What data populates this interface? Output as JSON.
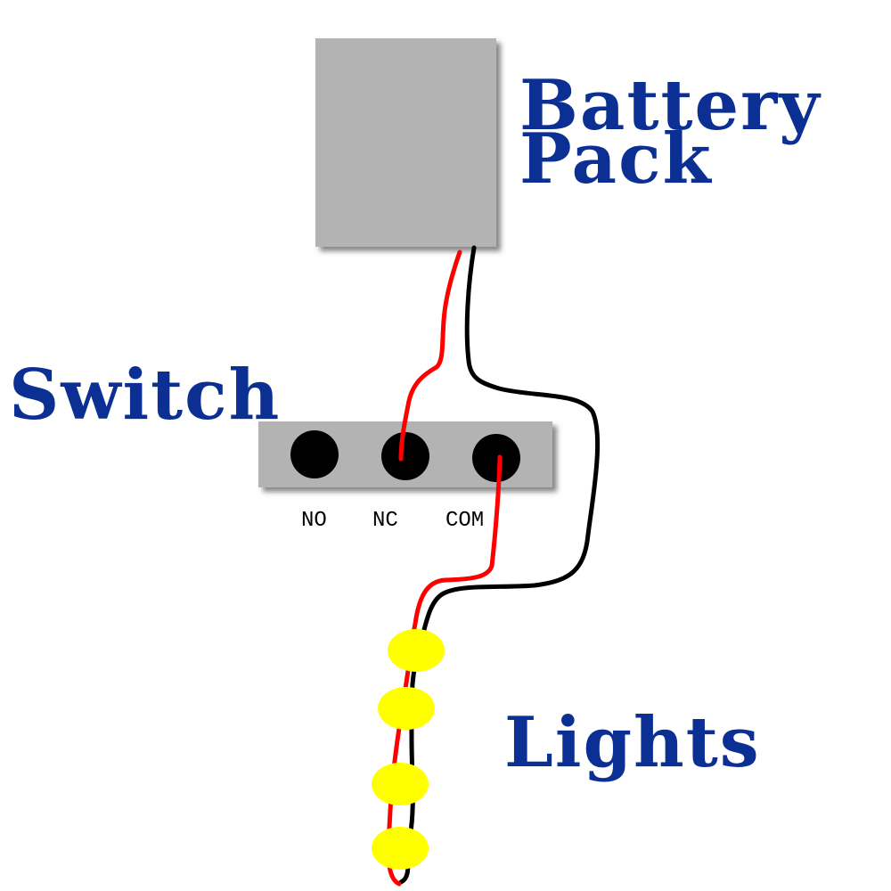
{
  "labels": {
    "battery_line1": "Battery",
    "battery_line2": "Pack",
    "switch": "Switch",
    "lights": "Lights"
  },
  "switch_terminals": [
    "NO",
    "NC",
    "COM"
  ],
  "colors": {
    "label_blue": "#0b2f93",
    "box_gray": "#b3b3b3",
    "shadow": "#6f6f6f",
    "wire_red": "#ff0000",
    "wire_black": "#000000",
    "light_yellow": "#ffff00",
    "terminal_black": "#000000"
  }
}
